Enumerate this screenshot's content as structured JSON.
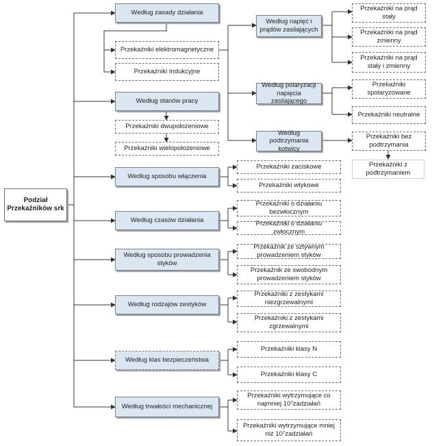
{
  "root": "Podział Przekaźników srk",
  "zasada": {
    "cat": "Według zasady działania",
    "elektro": "Przekaźniki elektromagnetyczne",
    "indukcyjne": "Przekaźniki Indukcyjne",
    "napiec": {
      "cat": "Według napięć i prądów zasilających",
      "items": [
        "Przekaźniki na prąd stały",
        "Przekaźniki na prąd zmienny",
        "Przekaźniki na prąd stały i zmienny"
      ]
    },
    "polaryzacji": {
      "cat": "Według polaryzacji napięcia zasilającego",
      "items": [
        "Przekaźniki spolaryzowane",
        "Przekaźniki neutralne"
      ]
    },
    "podtrzymania": {
      "cat": "Według podtrzymania kotwicy",
      "items": [
        "Przekaźniki bez podtrzymania",
        "Przekaźniki z podtrzymaniem"
      ]
    }
  },
  "stanow": {
    "cat": "Według stanów  pracy",
    "items": [
      "Przekaźniki dwupołożeniowe",
      "Przekaźniki wielopołożeniowe"
    ]
  },
  "wlaczenia": {
    "cat": "Według sposobu włączenia",
    "items": [
      "Przekaźniki zaciskowe",
      "Przekaźniki wtykowe"
    ]
  },
  "czasow": {
    "cat": "Według czasów działania",
    "items": [
      "Przekaźniki o działaniu bezwłocznym",
      "Przekaźniki o działaniu zwłocznym"
    ]
  },
  "stykow": {
    "cat": "Według sposobu prowadzenia styków",
    "items": [
      "Przekaźnik ze sztywnym prowadzeniem styków",
      "Przekaźnik ze swobodnym prowadzeniem styków"
    ]
  },
  "zestykow": {
    "cat": "Według rodzajów zestyków",
    "items": [
      "Przekaźniki z zestykami niezgrzewalnymi",
      "Przekaźniki z zestykami zgrzewalnymi"
    ]
  },
  "klas": {
    "cat": "Według klas bezpieczeństwa",
    "items": [
      "Przekaźniki klasy N",
      "Przekaźniki klasy C"
    ]
  },
  "trwalosci": {
    "cat": "Według trwałości mechanicznej",
    "items": [
      "Przekaźniki wytrzymujące co najmniej 10⁷zadziałań",
      "Przekaźniki wytrzymujące mniej niż 10⁷zadziałań"
    ]
  }
}
